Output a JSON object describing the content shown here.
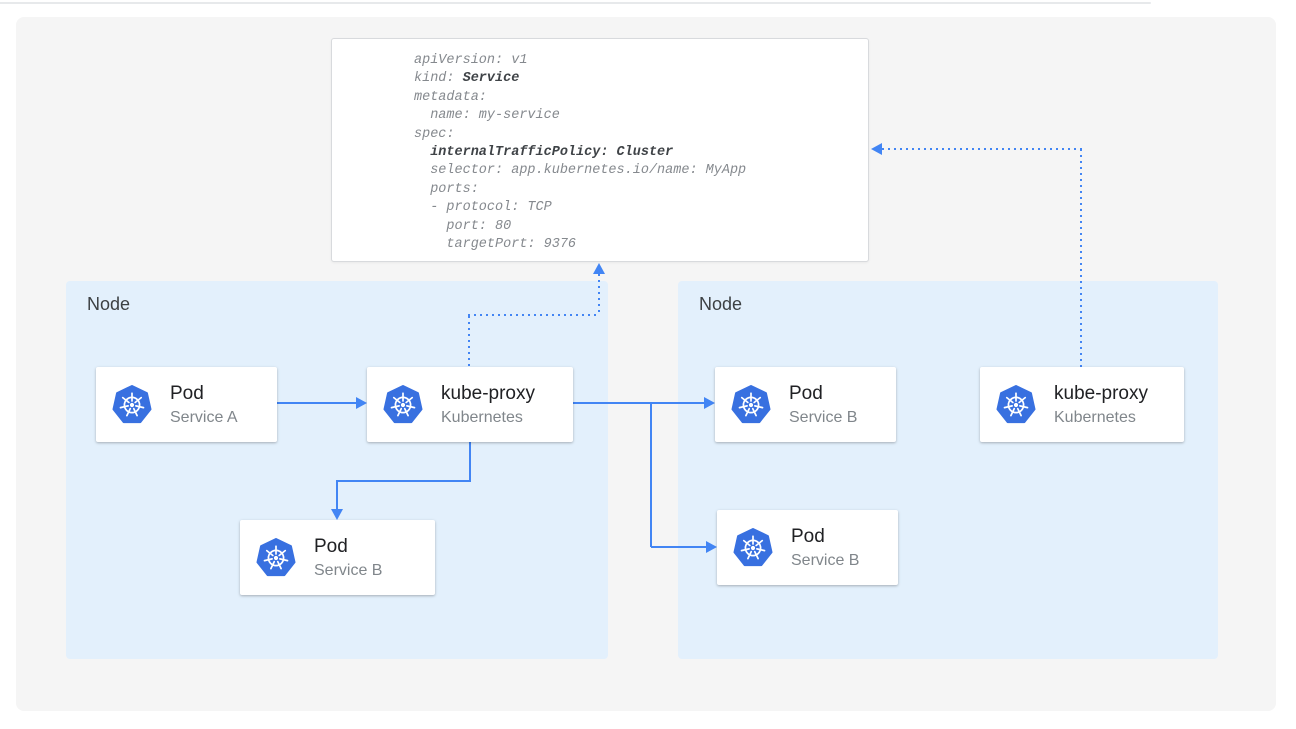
{
  "yaml_panel": {
    "lines": [
      {
        "t": "apiVersion: v1"
      },
      {
        "t": "kind: ",
        "b": "Service"
      },
      {
        "t": "metadata:"
      },
      {
        "t": "  name: my-service"
      },
      {
        "t": "spec:"
      },
      {
        "t": "  ",
        "b": "internalTrafficPolicy: Cluster"
      },
      {
        "t": "  selector: app.kubernetes.io/name: MyApp"
      },
      {
        "t": "  ports:"
      },
      {
        "t": "  - protocol: TCP"
      },
      {
        "t": "    port: 80"
      },
      {
        "t": "    targetPort: 9376"
      }
    ]
  },
  "nodes": [
    {
      "label": "Node",
      "cards": [
        {
          "title": "Pod",
          "subtitle": "Service A",
          "icon": "kubernetes-icon"
        },
        {
          "title": "kube-proxy",
          "subtitle": "Kubernetes",
          "icon": "kubernetes-icon"
        },
        {
          "title": "Pod",
          "subtitle": "Service B",
          "icon": "kubernetes-icon"
        }
      ]
    },
    {
      "label": "Node",
      "cards": [
        {
          "title": "Pod",
          "subtitle": "Service B",
          "icon": "kubernetes-icon"
        },
        {
          "title": "Pod",
          "subtitle": "Service B",
          "icon": "kubernetes-icon"
        },
        {
          "title": "kube-proxy",
          "subtitle": "Kubernetes",
          "icon": "kubernetes-icon"
        }
      ]
    }
  ],
  "colors": {
    "kubernetes_blue": "#3870e0",
    "arrow_blue": "#4285f4",
    "node_bg": "#e3f0fc",
    "panel_bg": "#f5f5f5",
    "yaml_text_gray": "#85898e",
    "yaml_text_bold": "#3f4347"
  }
}
